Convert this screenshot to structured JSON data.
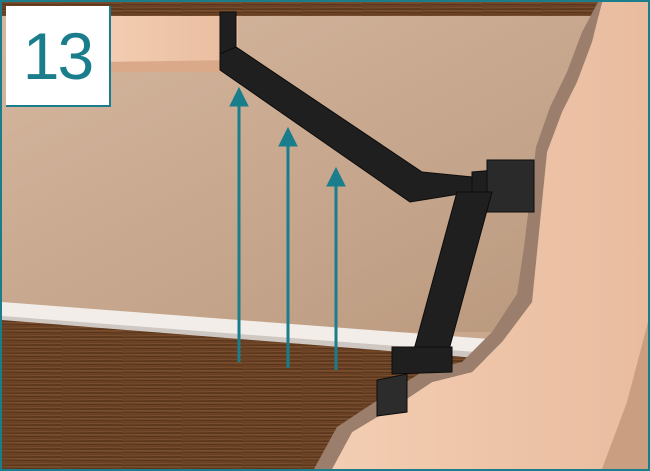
{
  "step": {
    "number": "13"
  },
  "colors": {
    "frame_border": "#1a7d8c",
    "arrow": "#1a7d8c",
    "wall": "#c9a88e",
    "floor": "#6e4528",
    "ductwork": "#1f1f1f"
  },
  "illustration": {
    "arrows": [
      {
        "direction": "up"
      },
      {
        "direction": "up"
      },
      {
        "direction": "up"
      }
    ]
  }
}
